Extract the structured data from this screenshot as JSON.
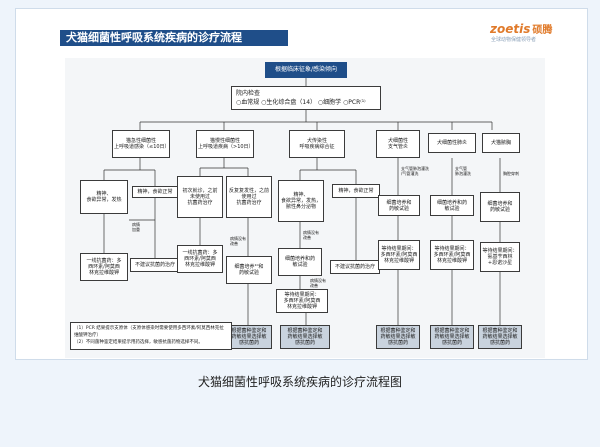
{
  "header": {
    "title": "犬猫细菌性呼吸系统疾病的诊疗流程",
    "logo_brand": "zoetis",
    "logo_cn": "硕腾",
    "logo_sub": "全球动物保健领导者"
  },
  "flow": {
    "top": "根据临床征象/感染倾向",
    "exam": "院内检查\n○血常规 ○生化综合盘（14） ○细胞学 ○PCR⁽¹⁾",
    "b1": "猫急性细菌性\n上呼吸道感染（≤10日）",
    "b2": "猫慢性细菌性\n上呼吸道疾病（>10日）",
    "b3": "犬传染性\n呼吸疾病综合征",
    "b4": "犬细菌性\n支气管炎",
    "b5": "犬细菌性肺炎",
    "b6": "犬猫脓胸",
    "c1": "精神、\n食欲异常，发热",
    "c2": "精神，食欲正常",
    "c3": "初次就诊，之前\n未使用过\n抗菌药治疗",
    "c4": "反复复发性，之前\n使用过\n抗菌药治疗",
    "c5": "精神、\n食欲异常，发热，\n脓性鼻分泌物",
    "c6": "精神，食欲正常",
    "c7": "细菌培养和\n药敏试验",
    "c8": "细菌培养和药\n敏试验",
    "c9": "细菌培养和\n药敏试验",
    "d1": "一线抗菌药：多\n西环素/阿莫西\n林克拉维酸钾",
    "d2": "不建议抗菌药治疗",
    "d3": "一线抗菌药：多\n西环素/阿莫西\n林克拉维酸钾",
    "d4": "细菌培养¹⁰和\n药敏试验",
    "d5": "细菌培养和药\n敏试验",
    "d6": "不建议抗菌药治疗",
    "d7": "等待结果期间：\n多西环素/阿莫西\n林克拉维酸钾",
    "d8": "等待结果期间：\n多西环素/阿莫西\n林克拉维酸钾",
    "d9": "等待结果期间：\n氨基苄西林\n+恩诺沙星",
    "e1": "等待结果期间：\n多西环素/阿莫西\n林克拉维酸钾",
    "f1": "根据菌种鉴定和\n药敏结果选择敏\n感抗菌药",
    "f2": "根据菌种鉴定和\n药敏结果选择敏\n感抗菌药",
    "f3": "根据菌种鉴定和\n药敏结果选择敏\n感抗菌药",
    "f4": "根据菌种鉴定和\n药敏结果选择敏\n感抗菌药",
    "f5": "根据菌种鉴定和\n药敏结果选择敏\n感抗菌药",
    "edge_1": "病情\n加重",
    "edge_2": "病情没有\n改善",
    "edge_3": "病情没有\n改善",
    "edge_4": "支气管肺泡灌洗\n/气管灌洗",
    "edge_5": "支气管\n肺泡灌洗",
    "edge_6": "胸腔穿刺",
    "edge_7": "病情没有\n改善"
  },
  "notes": {
    "line1": "（1）PCR 结果提示支原体（支原体感染时需要使用多西环素/阿莫西林克拉维酸钾治疗）",
    "line2": "（2）不同菌种鉴定结果提示用药选择，敏感抗菌药物选择不同。"
  },
  "caption": "犬猫细菌性呼吸系统疾病的诊疗流程图"
}
